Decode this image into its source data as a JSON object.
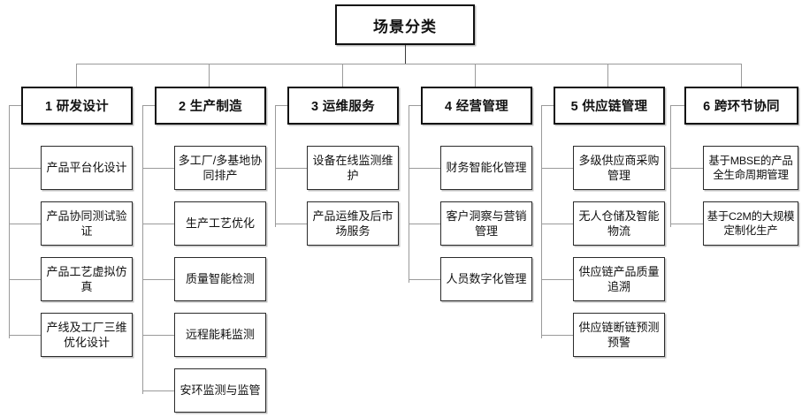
{
  "diagram": {
    "title": "场景分类",
    "type": "org-tree",
    "colors": {
      "box_border": "#111111",
      "leaf_border": "#2b2b2b",
      "connector": "#9a9a9a",
      "background": "#ffffff",
      "text": "#111111"
    },
    "categories": [
      {
        "index": "1",
        "label": "1 研发设计",
        "children": [
          "产品平台化设计",
          "产品协同测试验证",
          "产品工艺虚拟仿真",
          "产线及工厂三维优化设计"
        ]
      },
      {
        "index": "2",
        "label": "2 生产制造",
        "children": [
          "多工厂/多基地协同排产",
          "生产工艺优化",
          "质量智能检测",
          "远程能耗监测",
          "安环监测与监管"
        ]
      },
      {
        "index": "3",
        "label": "3 运维服务",
        "children": [
          "设备在线监测维护",
          "产品运维及后市场服务"
        ]
      },
      {
        "index": "4",
        "label": "4 经营管理",
        "children": [
          "财务智能化管理",
          "客户洞察与营销管理",
          "人员数字化管理"
        ]
      },
      {
        "index": "5",
        "label": "5 供应链管理",
        "children": [
          "多级供应商采购管理",
          "无人仓储及智能物流",
          "供应链产品质量追溯",
          "供应链断链预测预警"
        ]
      },
      {
        "index": "6",
        "label": "6 跨环节协同",
        "children": [
          "基于MBSE的产品全生命周期管理",
          "基于C2M的大规模定制化生产"
        ]
      }
    ]
  }
}
